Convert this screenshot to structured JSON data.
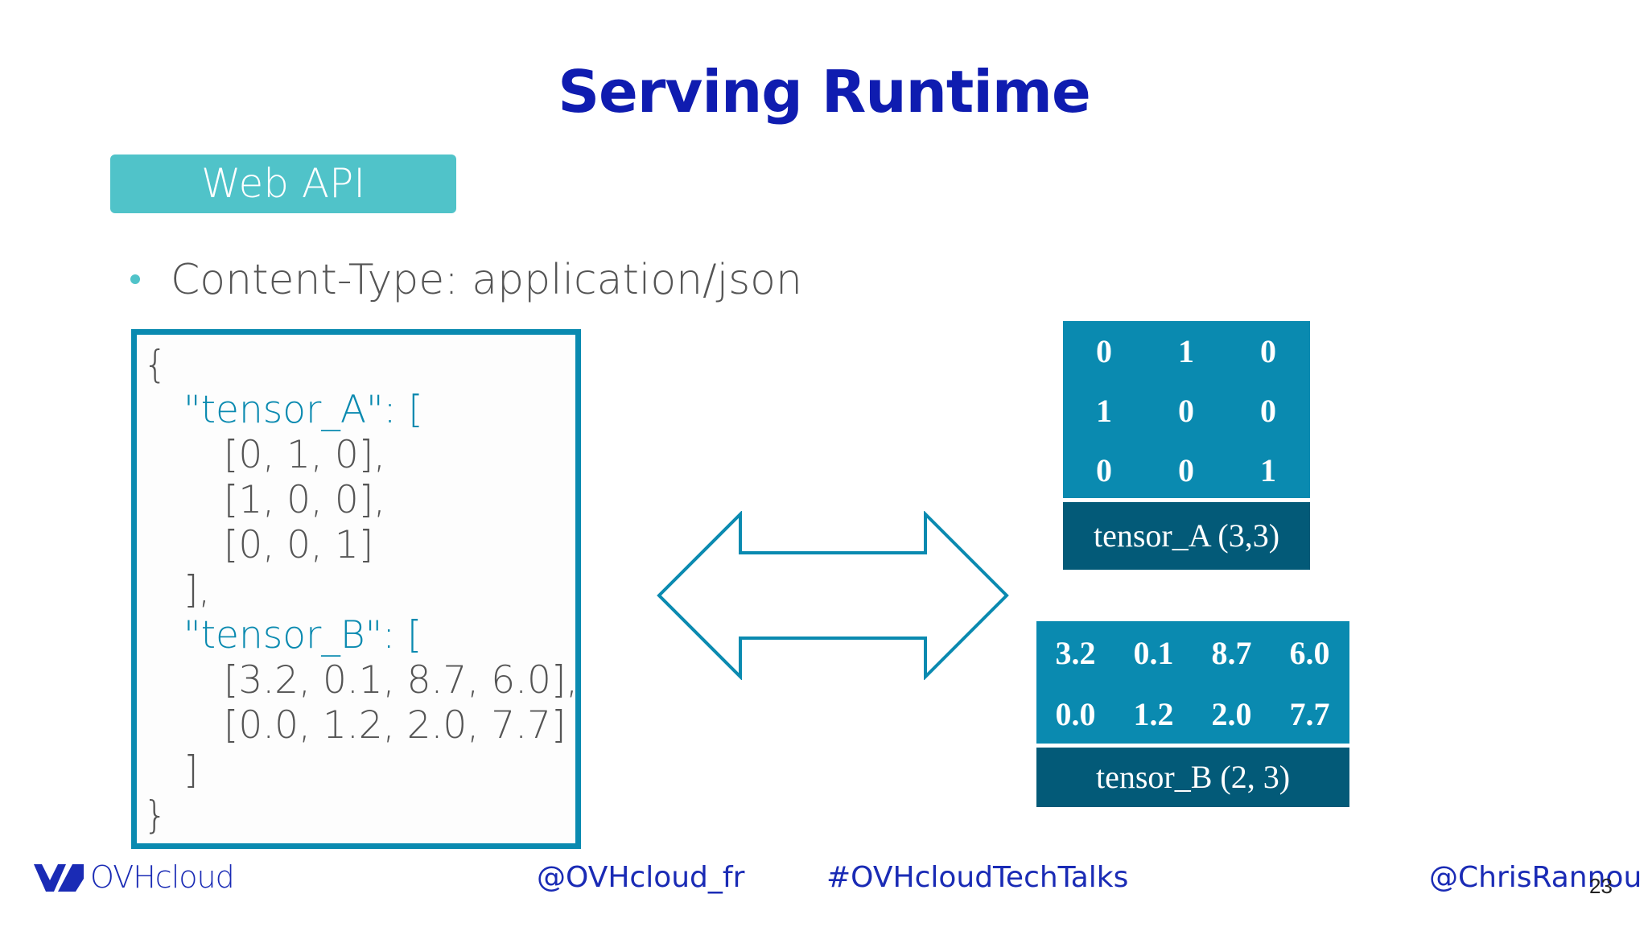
{
  "title": "Serving Runtime",
  "web_api_label": "Web API",
  "bullet": "Content-Type: application/json",
  "json_lines": [
    "{",
    "\"tensor_A\": [",
    "[0, 1, 0],",
    "[1, 0, 0],",
    "[0, 0, 1]",
    "],",
    "\"tensor_B\": [",
    "[3.2, 0.1, 8.7, 6.0],",
    "[0.0, 1.2, 2.0, 7.7]",
    "]",
    "}"
  ],
  "tensor_a": {
    "rows": [
      [
        "0",
        "1",
        "0"
      ],
      [
        "1",
        "0",
        "0"
      ],
      [
        "0",
        "0",
        "1"
      ]
    ],
    "caption": "tensor_A (3,3)"
  },
  "tensor_b": {
    "rows": [
      [
        "3.2",
        "0.1",
        "8.7",
        "6.0"
      ],
      [
        "0.0",
        "1.2",
        "2.0",
        "7.7"
      ]
    ],
    "caption": "tensor_B (2, 3)"
  },
  "footer": {
    "brand": "OVHcloud",
    "handle": "@OVHcloud_fr",
    "hashtag": "#OVHcloudTechTalks",
    "author": "@ChrisRannou",
    "page": "23"
  },
  "colors": {
    "title": "#0f1cb0",
    "accent": "#50c3c9",
    "box": "#0a8ab0",
    "caption": "#035a78"
  }
}
